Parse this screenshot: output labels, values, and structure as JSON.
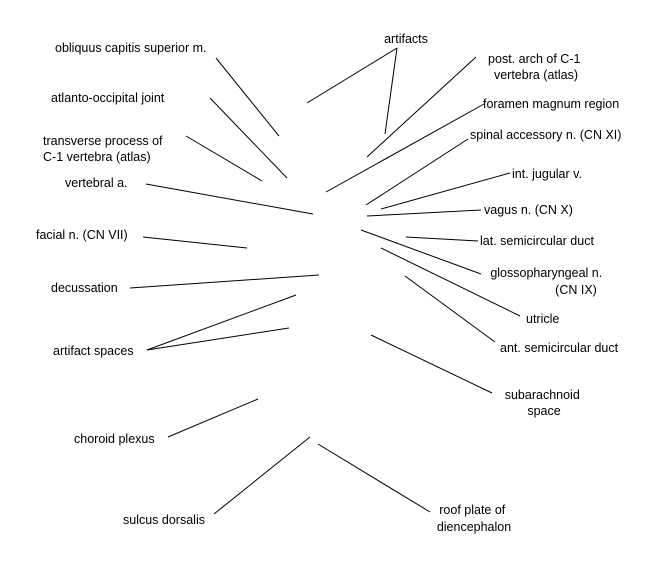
{
  "figure": {
    "background": "#ffffff",
    "line_color": "#000000",
    "text_color": "#000000"
  },
  "labels": {
    "artifacts": "artifacts",
    "obliquus_capitis": "obliquus capitis superior m.",
    "post_arch_c1": [
      "post. arch of C-1",
      "vertebra (atlas)"
    ],
    "foramen_magnum": "foramen magnum region",
    "atlanto_occipital": "atlanto-occipital joint",
    "spinal_accessory": "spinal accessory n. (CN XI)",
    "transverse_process_c1": [
      "transverse process of",
      "C-1 vertebra (atlas)"
    ],
    "int_jugular": "int. jugular v.",
    "vertebral_a": "vertebral a.",
    "vagus": "vagus n. (CN X)",
    "facial": "facial n. (CN VII)",
    "lat_semicircular": "lat. semicircular duct",
    "decussation": "decussation",
    "glossopharyngeal": [
      "glossopharyngeal n.",
      "(CN IX)"
    ],
    "utricle": "utricle",
    "artifact_spaces": "artifact spaces",
    "ant_semicircular": "ant. semicircular duct",
    "subarachnoid": [
      "subarachnoid",
      "space"
    ],
    "choroid_plexus": "choroid plexus",
    "sulcus_dorsalis": "sulcus dorsalis",
    "roof_plate": [
      "roof plate of",
      "diencephalon"
    ]
  }
}
